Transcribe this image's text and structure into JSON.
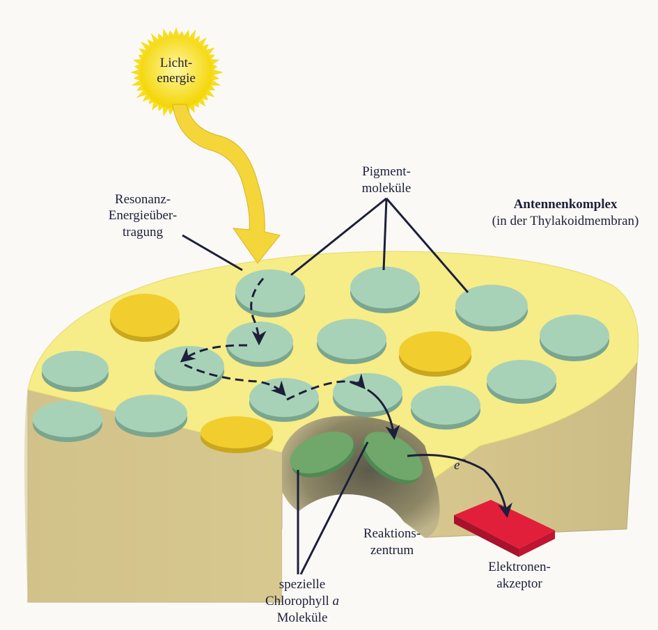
{
  "labels": {
    "light_line1": "Licht-",
    "light_line2": "energie",
    "resonance_line1": "Resonanz-",
    "resonance_line2": "Energieüber-",
    "resonance_line3": "tragung",
    "pigment_line1": "Pigment-",
    "pigment_line2": "moleküle",
    "antenna_title": "Antennenkomplex",
    "antenna_sub": "(in der Thylakoidmembran)",
    "electron": "e",
    "electron_sup": "−",
    "reaction_line1": "Reaktions-",
    "reaction_line2": "zentrum",
    "acceptor_line1": "Elektronen-",
    "acceptor_line2": "akzeptor",
    "special_line1": "spezielle",
    "special_line2": "Chlorophyll a",
    "special_line3": "Moleküle"
  },
  "colors": {
    "membrane_top": "#f6ec88",
    "membrane_side": "#d9c98a",
    "pigment_green": "#a8d2b7",
    "pigment_yellow": "#f1cd2e",
    "reaction_green": "#6fa86a",
    "acceptor_red": "#e21f3a",
    "sun": "#f7dd1f",
    "line": "#1c1f3a"
  }
}
